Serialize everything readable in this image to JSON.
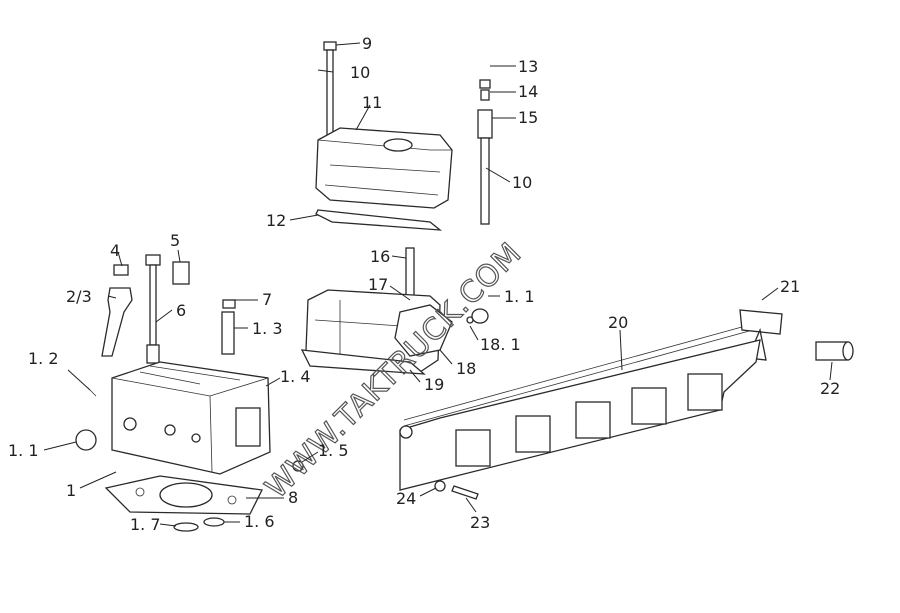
{
  "diagram": {
    "watermark": "WWW.TAKTRUCK.COM",
    "labels": [
      "9",
      "10",
      "11",
      "12",
      "13",
      "14",
      "15",
      "10",
      "16",
      "17",
      "1. 1",
      "18. 1",
      "18",
      "19",
      "4",
      "5",
      "2/3",
      "6",
      "7",
      "1. 3",
      "1. 2",
      "1. 4",
      "1. 1",
      "1. 5",
      "1",
      "8",
      "1. 7",
      "1. 6",
      "21",
      "20",
      "22",
      "24",
      "23"
    ]
  },
  "colors": {
    "line": "#222222",
    "background": "#ffffff"
  }
}
